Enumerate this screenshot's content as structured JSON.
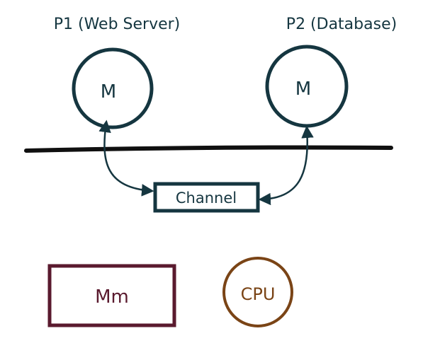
{
  "process1": {
    "label": "P1 (Web Server)",
    "memory_label": "M"
  },
  "process2": {
    "label": "P2 (Database)",
    "memory_label": "M"
  },
  "channel": {
    "label": "Channel"
  },
  "main_memory": {
    "label": "Mm"
  },
  "cpu": {
    "label": "CPU"
  },
  "colors": {
    "ink": "#153640",
    "line": "#101010",
    "main_memory": "#5a1a2e",
    "cpu": "#7a4416"
  }
}
